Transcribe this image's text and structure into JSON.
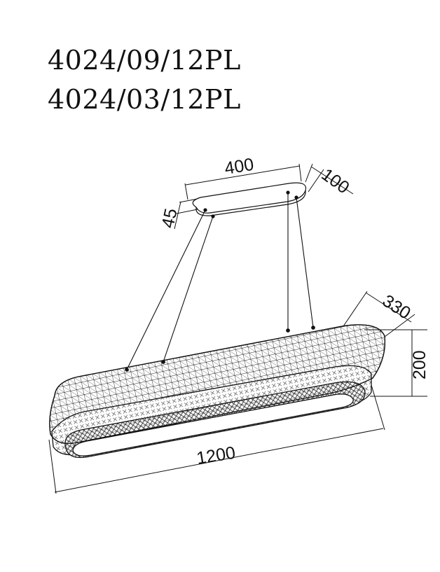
{
  "models": [
    "4024/09/12PL",
    "4024/03/12PL"
  ],
  "dimensions": {
    "canopy_length": "400",
    "canopy_width": "100",
    "canopy_height": "45",
    "body_width": "330",
    "body_height": "200",
    "body_length": "1200"
  },
  "colors": {
    "line": "#111111",
    "background": "#ffffff"
  }
}
